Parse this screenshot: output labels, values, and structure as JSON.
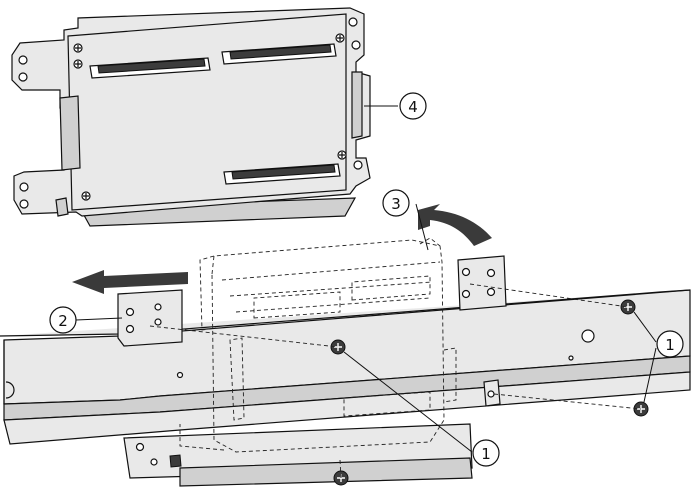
{
  "callouts": [
    {
      "id": "screw-right-upper-and-lower",
      "label": "1"
    },
    {
      "id": "slide-tray",
      "label": "2"
    },
    {
      "id": "backplane-lift",
      "label": "3"
    },
    {
      "id": "backplane-board",
      "label": "4"
    },
    {
      "id": "screw-center",
      "label": "1"
    }
  ],
  "colors": {
    "line": "#111111",
    "panel_light": "#e9e9e9",
    "panel_mid": "#d0d0d0",
    "arrow": "#3a3a3a"
  },
  "icons": [
    "slide-left-arrow-icon",
    "rotate-up-arrow-icon",
    "screw-icon"
  ]
}
